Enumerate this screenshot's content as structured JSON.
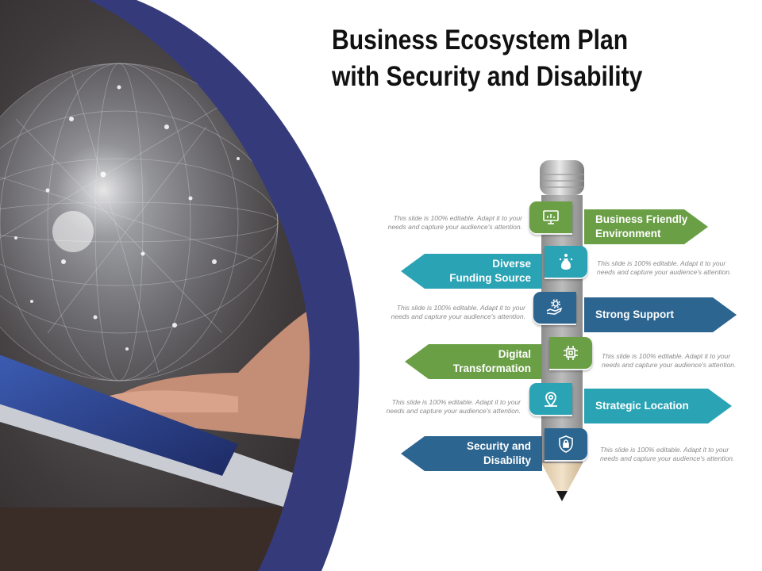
{
  "title": {
    "line1": "Business Ecosystem Plan",
    "line2": "with Security and Disability"
  },
  "colors": {
    "navy_band": "#353b7a",
    "green": "#6a9f45",
    "teal": "#2aa3b4",
    "blue": "#2c6590"
  },
  "items": [
    {
      "label_lines": [
        "Business Friendly",
        "Environment"
      ],
      "side": "right",
      "color": "green",
      "icon": "monitor-chart-icon",
      "description": [
        "This slide is 100% editable.  Adapt it to your",
        "needs and capture your audience's attention."
      ]
    },
    {
      "label_lines": [
        "Diverse",
        "Funding Source"
      ],
      "side": "left",
      "color": "teal",
      "icon": "money-bag-icon",
      "description": [
        "This slide is 100% editable.  Adapt it to your",
        "needs and capture your audience's attention."
      ]
    },
    {
      "label_lines": [
        "Strong Support"
      ],
      "side": "right",
      "color": "blue",
      "icon": "hand-gear-icon",
      "description": [
        "This slide is 100% editable.  Adapt it to your",
        "needs and capture your audience's attention."
      ]
    },
    {
      "label_lines": [
        "Digital",
        "Transformation"
      ],
      "side": "left",
      "color": "green",
      "icon": "circuit-icon",
      "description": [
        "This slide is 100% editable.  Adapt it to your",
        "needs and capture your audience's attention."
      ]
    },
    {
      "label_lines": [
        "Strategic Location"
      ],
      "side": "right",
      "color": "teal",
      "icon": "location-pin-icon",
      "description": [
        "This slide is 100% editable.  Adapt it to your",
        "needs and capture your audience's attention."
      ]
    },
    {
      "label_lines": [
        "Security and",
        "Disability"
      ],
      "side": "left",
      "color": "blue",
      "icon": "shield-lock-icon",
      "description": [
        "This slide is 100% editable.  Adapt it to your",
        "needs and capture your audience's attention."
      ]
    }
  ]
}
